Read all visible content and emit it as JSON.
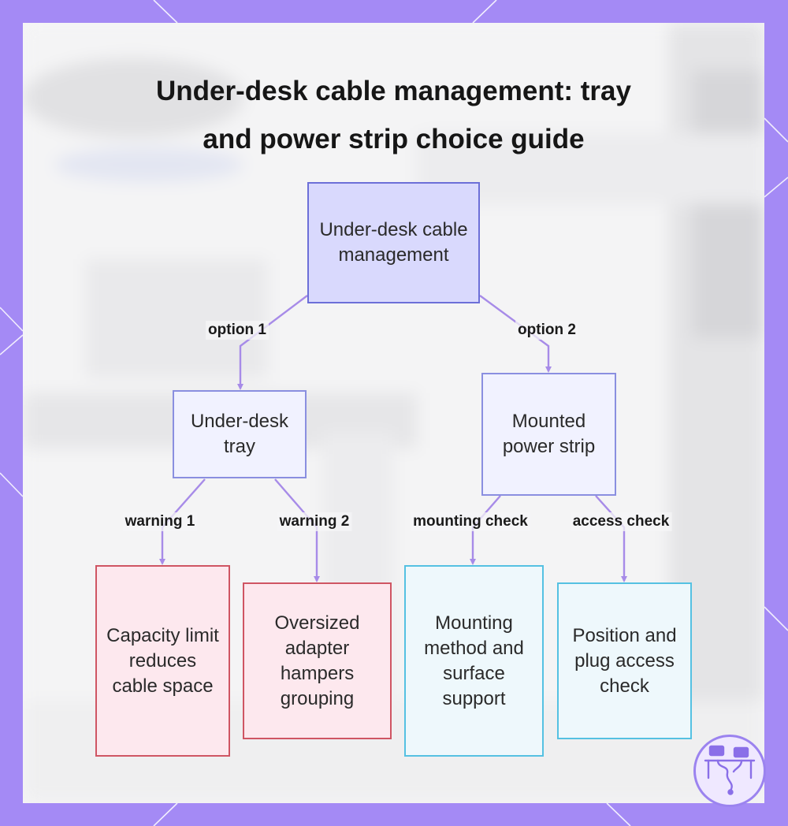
{
  "title": {
    "line1": "Under-desk cable management: tray",
    "line2": "and power strip choice guide"
  },
  "nodes": {
    "root": "Under-desk cable management",
    "tray": "Under-desk tray",
    "strip": "Mounted power strip",
    "capacity": "Capacity limit reduces cable space",
    "adapter": "Oversized adapter hampers grouping",
    "mounting": "Mounting method and surface support",
    "position": "Position and plug access check"
  },
  "edges": {
    "option1": "option 1",
    "option2": "option 2",
    "warning1": "warning 1",
    "warning2": "warning 2",
    "mounting_check": "mounting check",
    "access_check": "access check"
  },
  "colors": {
    "frame": "#a48af5",
    "connector": "#a78be8",
    "root_fill": "#d9d9fd",
    "warning_border": "#cf5563",
    "check_border": "#55c1e2"
  },
  "logo_icon": "desk-cable-logo-icon"
}
